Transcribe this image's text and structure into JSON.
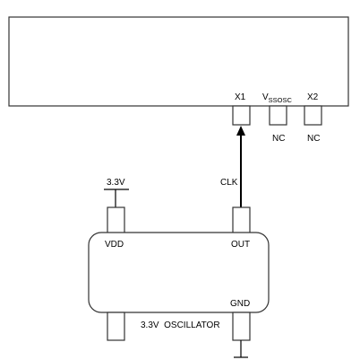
{
  "mcu": {
    "pin_x1": "X1",
    "pin_vss_main": "V",
    "pin_vss_sub": "SSOSC",
    "pin_x2": "X2",
    "nc_vss": "NC",
    "nc_x2": "NC"
  },
  "signal": {
    "clk_label": "CLK"
  },
  "supply": {
    "voltage_label": "3.3V"
  },
  "oscillator": {
    "name": "3.3V  OSCILLATOR",
    "pin_vdd": "VDD",
    "pin_out": "OUT",
    "pin_gnd": "GND"
  }
}
